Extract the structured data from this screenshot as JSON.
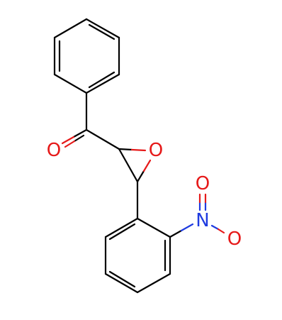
{
  "colors": {
    "bond": "#000000",
    "oxygen": "#e61a1a",
    "nitrogen": "#1f3be0",
    "background": "#ffffff"
  },
  "atoms": {
    "carbonyl_oxygen": "O",
    "epoxide_oxygen": "O",
    "nitro_nitrogen": "N",
    "nitro_oxygen_top": "O",
    "nitro_oxygen_right": "O"
  }
}
